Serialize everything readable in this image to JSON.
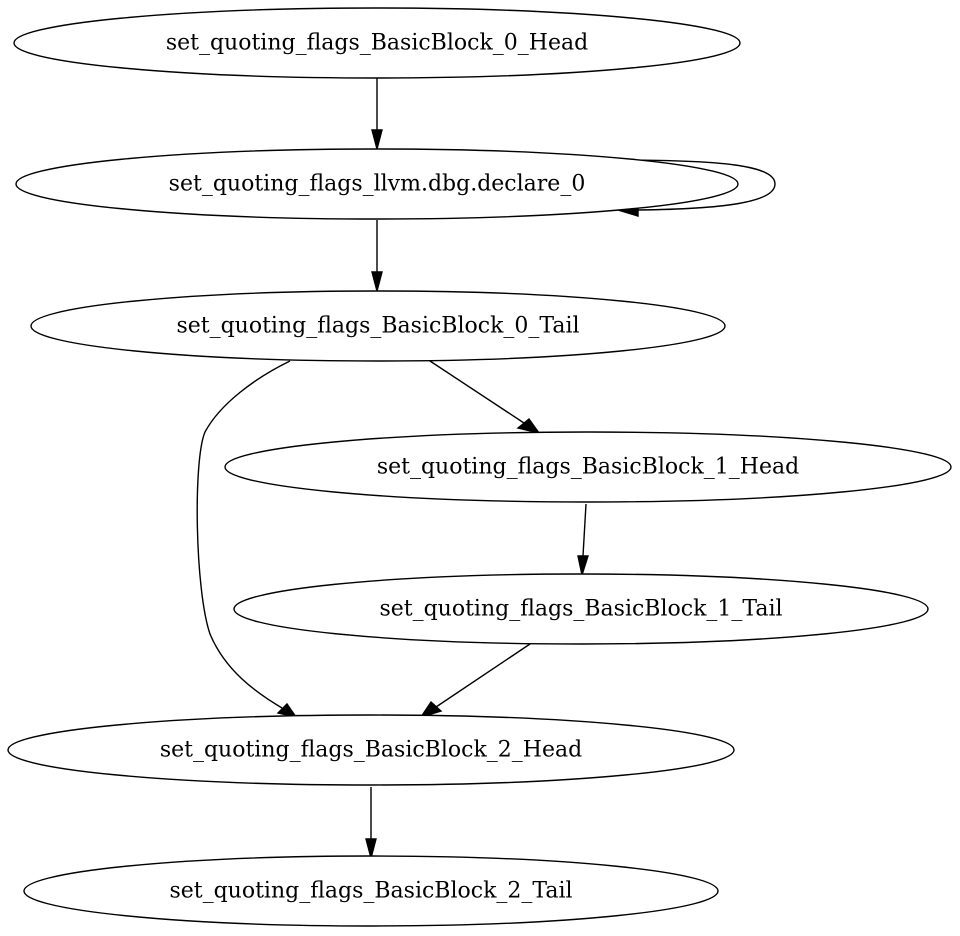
{
  "nodes": [
    {
      "id": "n0",
      "label": "set_quoting_flags_BasicBlock_0_Head"
    },
    {
      "id": "n1",
      "label": "set_quoting_flags_llvm.dbg.declare_0"
    },
    {
      "id": "n2",
      "label": "set_quoting_flags_BasicBlock_0_Tail"
    },
    {
      "id": "n3",
      "label": "set_quoting_flags_BasicBlock_1_Head"
    },
    {
      "id": "n4",
      "label": "set_quoting_flags_BasicBlock_1_Tail"
    },
    {
      "id": "n5",
      "label": "set_quoting_flags_BasicBlock_2_Head"
    },
    {
      "id": "n6",
      "label": "set_quoting_flags_BasicBlock_2_Tail"
    }
  ],
  "edges": [
    {
      "from": "n0",
      "to": "n1"
    },
    {
      "from": "n1",
      "to": "n1"
    },
    {
      "from": "n1",
      "to": "n2"
    },
    {
      "from": "n2",
      "to": "n3"
    },
    {
      "from": "n2",
      "to": "n5"
    },
    {
      "from": "n3",
      "to": "n4"
    },
    {
      "from": "n4",
      "to": "n5"
    },
    {
      "from": "n5",
      "to": "n6"
    }
  ]
}
